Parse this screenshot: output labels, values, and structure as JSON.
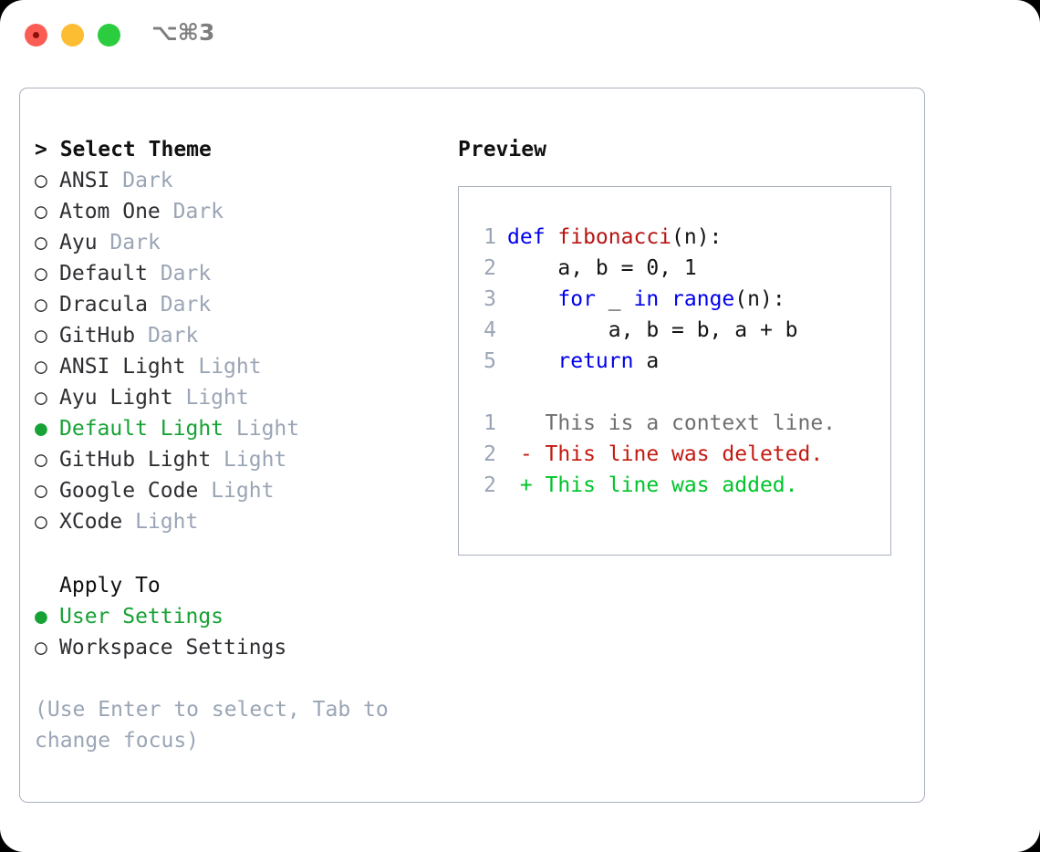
{
  "window": {
    "shortcut": "⌥⌘3",
    "traffic_lights": [
      "close-red",
      "minimize-amber",
      "zoom-green"
    ],
    "accent_green": "#16a234",
    "muted_gray": "#9aa5b5",
    "border_color": "#a9b0bd"
  },
  "theme_picker": {
    "title": "> Select Theme",
    "marker_selected": "●",
    "marker_unselected": "○",
    "options": [
      {
        "name": "ANSI",
        "badge": "Dark",
        "selected": false
      },
      {
        "name": "Atom One",
        "badge": "Dark",
        "selected": false
      },
      {
        "name": "Ayu",
        "badge": "Dark",
        "selected": false
      },
      {
        "name": "Default",
        "badge": "Dark",
        "selected": false
      },
      {
        "name": "Dracula",
        "badge": "Dark",
        "selected": false
      },
      {
        "name": "GitHub",
        "badge": "Dark",
        "selected": false
      },
      {
        "name": "ANSI Light",
        "badge": "Light",
        "selected": false
      },
      {
        "name": "Ayu Light",
        "badge": "Light",
        "selected": false
      },
      {
        "name": "Default Light",
        "badge": "Light",
        "selected": true
      },
      {
        "name": "GitHub Light",
        "badge": "Light",
        "selected": false
      },
      {
        "name": "Google Code",
        "badge": "Light",
        "selected": false
      },
      {
        "name": "XCode",
        "badge": "Light",
        "selected": false
      }
    ]
  },
  "apply_to": {
    "title": "Apply To",
    "options": [
      {
        "name": "User Settings",
        "selected": true
      },
      {
        "name": "Workspace Settings",
        "selected": false
      }
    ]
  },
  "hint": "(Use Enter to select, Tab to change focus)",
  "preview": {
    "title": "Preview",
    "code_lines": [
      {
        "num": "1",
        "tokens": [
          {
            "text": "def ",
            "type": "keyword"
          },
          {
            "text": "fibonacci",
            "type": "function"
          },
          {
            "text": "(n):",
            "type": "plain"
          }
        ]
      },
      {
        "num": "2",
        "tokens": [
          {
            "text": "    a, b = 0, 1",
            "type": "plain"
          }
        ]
      },
      {
        "num": "3",
        "tokens": [
          {
            "text": "    ",
            "type": "plain"
          },
          {
            "text": "for",
            "type": "keyword"
          },
          {
            "text": " _ ",
            "type": "plain"
          },
          {
            "text": "in",
            "type": "keyword"
          },
          {
            "text": " ",
            "type": "plain"
          },
          {
            "text": "range",
            "type": "keyword"
          },
          {
            "text": "(n):",
            "type": "plain"
          }
        ]
      },
      {
        "num": "4",
        "tokens": [
          {
            "text": "        a, b = b, a + b",
            "type": "plain"
          }
        ]
      },
      {
        "num": "5",
        "tokens": [
          {
            "text": "    ",
            "type": "plain"
          },
          {
            "text": "return",
            "type": "keyword"
          },
          {
            "text": " a",
            "type": "plain"
          }
        ]
      }
    ],
    "diff_lines": [
      {
        "num": "1",
        "sign": " ",
        "text": "This is a context line.",
        "kind": "context"
      },
      {
        "num": "2",
        "sign": "-",
        "text": "This line was deleted.",
        "kind": "deleted"
      },
      {
        "num": "2",
        "sign": "+",
        "text": "This line was added.",
        "kind": "added"
      }
    ]
  }
}
